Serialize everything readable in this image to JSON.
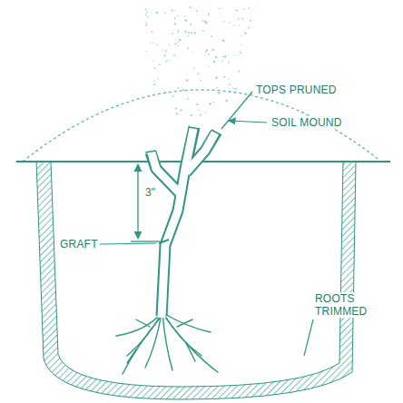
{
  "diagram": {
    "labels": [
      "TOPS PRUNED",
      "SOIL MOUND",
      "GRAFT",
      "3\"",
      "ROOTS TRIMMED"
    ]
  }
}
